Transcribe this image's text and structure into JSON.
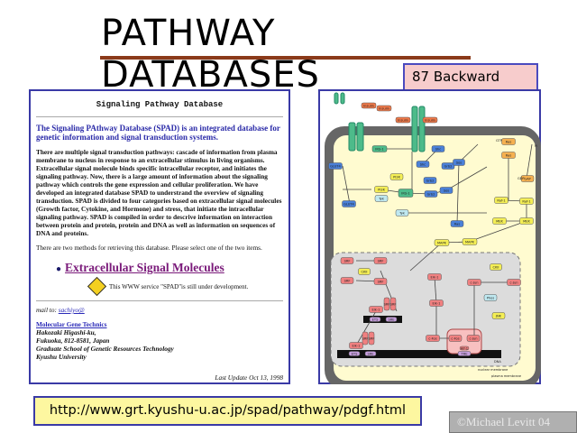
{
  "slide": {
    "title": "PATHWAY DATABASES",
    "back_button": "87 Backward",
    "url": "http://www.grt.kyushu-u.ac.jp/spad/pathway/pdgf.html",
    "copyright": "©Michael Levitt 04"
  },
  "web_page": {
    "title": "Signaling Pathway Database",
    "intro": "The Signaling PAthway Database (SPAD) is an integrated database for genetic information and signal transduction systems.",
    "body": "There are multiple signal transduction pathways: cascade of information from plasma membrane to nucleus in response to an extracellular stimulus in living organisms. Extracellular signal molecule binds specific intracellular receptor, and initiates the signaling pathway. Now, there is a large amount of information about the signaling pathway which controls the gene expression and cellular proliferation. We have developed an integrated database SPAD to understrand the overview of signaling transduction. SPAD is divided to four categories based on extracellular signal molecules (Growth factor, Cytokine, and Hormone) and stress, that initiate the intracellular signaling pathway. SPAD is compiled in order to descrive information on interaction between protein and protein, protein and DNA as well as information on sequences of DNA and proteins.",
    "methods": "There are two methods for retrieving this database. Please select one of the two items.",
    "link": "Extracellular Signal Molecules",
    "dev_notice": "This WWW service \"SPAD\"is still under development.",
    "mail_label": "mail to:",
    "mail_link": "sachiyo@",
    "org_link": "Molecular Gene Technics",
    "address": [
      "Hakozaki Higashi-ku,",
      "Fukuoka, 812-8581, Japan",
      "Graduate School of Genetic Resources Technology",
      "Kyushu University"
    ],
    "last_update": "Last Update Oct 13, 1998"
  },
  "diagram": {
    "nodes": [
      "Insulin",
      "Insulin",
      "Insulin",
      "Insulin",
      "IRS-1",
      "Shc",
      "GLUT4",
      "Shc",
      "Grb2",
      "Sos",
      "PI3K",
      "Grb2",
      "PI3K",
      "IRS-1",
      "Grb2",
      "Sos",
      "Tyk",
      "GLUT4",
      "Tyk",
      "Ras",
      "Ras",
      "Ras",
      "GAP",
      "Raf-1",
      "Raf-1",
      "MEK",
      "MEK",
      "MAPK",
      "MAPK",
      "SRF",
      "SRF",
      "CKII",
      "SRF",
      "SRF",
      "Elk-1",
      "CKII",
      "c-Jun",
      "c-Jun",
      "Elk-1",
      "Phos",
      "JNK",
      "Elk-1",
      "SRF",
      "SRF",
      "ETS",
      "SRE",
      "c-Fos",
      "c-Fos",
      "c-Jun",
      "AP-1",
      "Elk-1",
      "SRF",
      "SRF",
      "ETS",
      "SRE",
      "TRE"
    ],
    "labels": {
      "gtp": "GTP",
      "gdp": "GDP",
      "pi": "Pi",
      "dna": "DNA",
      "nuclear_membrane": "nuclear membrane",
      "plasma_membrane": "plasma membrane"
    },
    "colors": {
      "receptor": "#4dbb8a",
      "ligand": "#f07a4a",
      "adaptor": "#4a80d8",
      "kinase": "#f4ee55",
      "ras": "#f5b050",
      "nuclear": "#f08080",
      "dna_element": "#c8a0e0",
      "phosphatase": "#bfe8f0",
      "cytoplasm": "#fffbd0",
      "membrane": "#666666",
      "nucleus": "#dcdcdc"
    }
  }
}
